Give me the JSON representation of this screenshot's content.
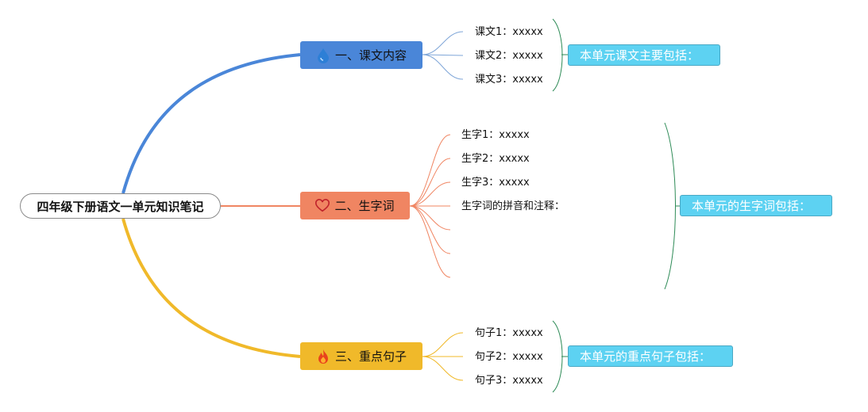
{
  "colors": {
    "topic1": "#4a86d8",
    "topic2": "#f08562",
    "topic3": "#f0b92a",
    "summary_bg": "#5dd2f2",
    "brace": "#2e8b57"
  },
  "root": {
    "label": "四年级下册语文一单元知识笔记"
  },
  "topics": [
    {
      "label": "一、课文内容",
      "icon": "water-drop-icon",
      "items": [
        "课文1：xxxxx",
        "课文2：xxxxx",
        "课文3：xxxxx"
      ],
      "summary": "本单元课文主要包括："
    },
    {
      "label": "二、生字词",
      "icon": "heart-outline-icon",
      "items": [
        "生字1：xxxxx",
        "生字2：xxxxx",
        "生字3：xxxxx",
        "生字词的拼音和注释：",
        "",
        "",
        ""
      ],
      "summary": "本单元的生字词包括："
    },
    {
      "label": "三、重点句子",
      "icon": "fire-icon",
      "items": [
        "句子1：xxxxx",
        "句子2：xxxxx",
        "句子3：xxxxx"
      ],
      "summary": "本单元的重点句子包括："
    }
  ]
}
